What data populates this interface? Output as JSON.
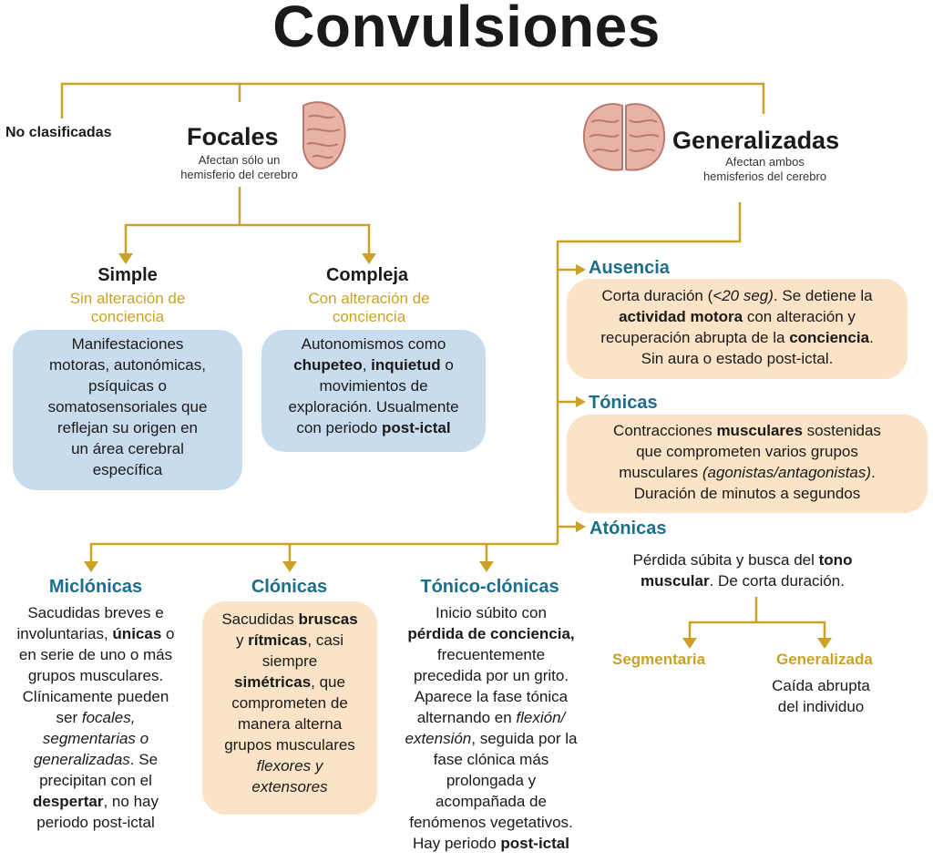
{
  "title": "Convulsiones",
  "colors": {
    "line": "#c9a227",
    "teal": "#1c6e8c",
    "blue_box": "#c9dcee",
    "orange_box": "#fae3c6"
  },
  "no_clasificadas": "No clasificadas",
  "focales": {
    "title": "Focales",
    "desc1": "Afectan sólo un",
    "desc2": "hemisferio del cerebro"
  },
  "generalizadas": {
    "title": "Generalizadas",
    "desc1": "Afectan ambos",
    "desc2": "hemisferios del cerebro"
  },
  "simple": {
    "title": "Simple",
    "sub1": "Sin alteración de",
    "sub2": "conciencia",
    "lines": [
      "Manifestaciones",
      "motoras, autonómicas,",
      "psíquicas o",
      "somatosensoriales que",
      "reflejan su origen en",
      "un área cerebral",
      "específica"
    ]
  },
  "compleja": {
    "title": "Compleja",
    "sub1": "Con alteración de",
    "sub2": "conciencia",
    "l1": "Autonomismos como",
    "l2a": "chupeteo",
    "l2b": ", ",
    "l2c": "inquietud",
    "l2d": " o",
    "l3": "movimientos de",
    "l4": "exploración. Usualmente",
    "l5a": "con periodo ",
    "l5b": "post-ictal"
  },
  "ausencia": {
    "title": "Ausencia",
    "l1a": "Corta duración (",
    "l1b": "<20 seg)",
    "l1c": ". Se detiene la",
    "l2a": "actividad motora",
    "l2b": " con alteración y",
    "l3a": "recuperación abrupta de la ",
    "l3b": "conciencia",
    "l3c": ".",
    "l4": "Sin aura o estado post-ictal."
  },
  "tonicas": {
    "title": "Tónicas",
    "l1a": "Contracciones ",
    "l1b": "musculares",
    "l1c": " sostenidas",
    "l2": "que comprometen varios grupos",
    "l3a": "musculares ",
    "l3b": "(agonistas/antagonistas)",
    "l3c": ".",
    "l4": "Duración de minutos a segundos"
  },
  "atonicas": {
    "title": "Atónicas",
    "l1a": "Pérdida súbita y busca del ",
    "l1b": "tono",
    "l2a": "muscular",
    "l2b": ". De corta duración.",
    "segmentaria": "Segmentaria",
    "generalizada": "Generalizada",
    "gen_l1": "Caída abrupta",
    "gen_l2": "del individuo"
  },
  "mioclonicas": {
    "title": "Miclónicas",
    "l1": "Sacudidas breves e",
    "l2a": "involuntarias, ",
    "l2b": "únicas",
    "l2c": " o",
    "l3": "en serie de uno o más",
    "l4": "grupos musculares.",
    "l5": "Clínicamente pueden",
    "l6a": "ser ",
    "l6b": "focales,",
    "l7": "segmentarias o",
    "l8a": "generalizadas",
    "l8b": ". Se",
    "l9": "precipitan con el",
    "l10a": "despertar",
    "l10b": ", no hay",
    "l11": "periodo post-ictal"
  },
  "clonicas": {
    "title": "Clónicas",
    "l1a": "Sacudidas ",
    "l1b": "bruscas",
    "l2a": "y ",
    "l2b": "rítmicas",
    "l2c": ", casi",
    "l3": "siempre",
    "l4a": "simétricas",
    "l4b": ", que",
    "l5": "comprometen de",
    "l6": "manera alterna",
    "l7": "grupos musculares",
    "l8": "flexores y",
    "l9": "extensores"
  },
  "tonico_clonicas": {
    "title": "Tónico-clónicas",
    "l1": "Inicio súbito con",
    "l2": "pérdida de conciencia,",
    "l3": "frecuentemente",
    "l4": "precedida por un grito.",
    "l5": "Aparece la fase tónica",
    "l6a": "alternando en ",
    "l6b": "flexión/",
    "l7a": "extensión",
    "l7b": ", seguida por la",
    "l8": "fase clónica más",
    "l9": "prolongada y",
    "l10": "acompañada de",
    "l11": "fenómenos vegetativos.",
    "l12a": "Hay periodo ",
    "l12b": "post-ictal"
  }
}
